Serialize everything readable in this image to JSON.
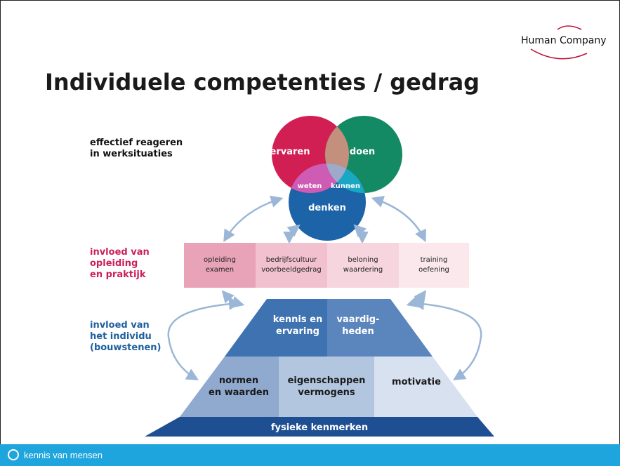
{
  "slide": {
    "title": "Individuele competenties / gedrag",
    "logo": "Human Company",
    "footer": "kennis van mensen"
  },
  "labels": {
    "effectief": [
      "effectief reageren",
      "in werksituaties"
    ],
    "opleiding": [
      "invloed van",
      "opleiding",
      "en praktijk"
    ],
    "individu": [
      "invloed van",
      "het individu",
      "(bouwstenen)"
    ]
  },
  "circles": {
    "ervaren": "ervaren",
    "doen": "doen",
    "denken": "denken",
    "weten": "weten",
    "kunnen": "kunnen"
  },
  "boxes": [
    [
      "opleiding",
      "examen"
    ],
    [
      "bedrijfscultuur",
      "voorbeeldgedrag"
    ],
    [
      "beloning",
      "waardering"
    ],
    [
      "training",
      "oefening"
    ]
  ],
  "pyramid": {
    "top_left": [
      "kennis en",
      "ervaring"
    ],
    "top_right": [
      "vaardig-",
      "heden"
    ],
    "mid_left": [
      "normen",
      "en waarden"
    ],
    "mid_center": [
      "eigenschappen",
      "vermogens"
    ],
    "mid_right": "motivatie",
    "base": "fysieke kenmerken"
  },
  "colors": {
    "circle_red": "#d11f54",
    "circle_green": "#138a64",
    "circle_blue": "#1c63a8",
    "footer": "#1ea5dd"
  }
}
